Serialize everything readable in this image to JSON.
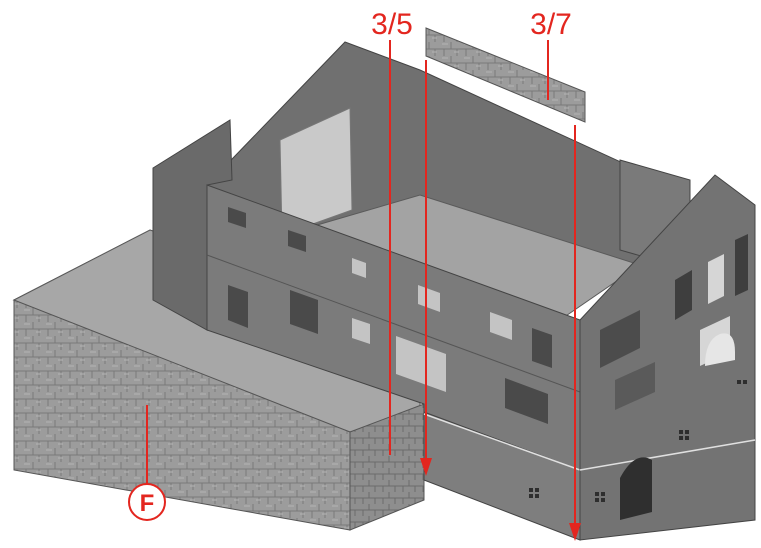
{
  "callouts": {
    "part_a": "3/5",
    "part_b": "3/7",
    "marker": "F"
  },
  "colors": {
    "callout_red": "#e3261f",
    "wall_dark": "#6e6e6e",
    "wall_mid": "#8a8a8a",
    "floor_light": "#a9a9a9",
    "stone": "#9a9a9a",
    "window_light": "#c8c8c8"
  }
}
